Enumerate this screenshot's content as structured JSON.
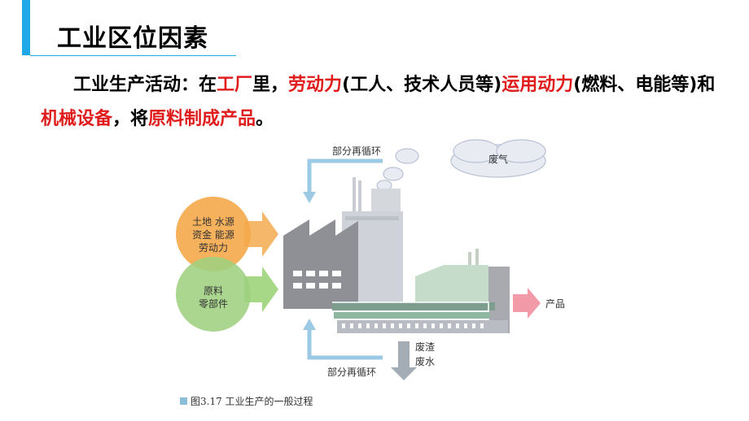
{
  "title": "工业区位因素",
  "paragraph": [
    {
      "text": "工业生产活动：在",
      "highlight": false
    },
    {
      "text": "工厂",
      "highlight": true
    },
    {
      "text": "里，",
      "highlight": false
    },
    {
      "text": "劳动力",
      "highlight": true
    },
    {
      "text": "(工人、技术人员等)",
      "highlight": false
    },
    {
      "text": "运用动力",
      "highlight": true
    },
    {
      "text": "(燃料、电能等)和",
      "highlight": false
    },
    {
      "text": "机械设备",
      "highlight": true
    },
    {
      "text": "，将",
      "highlight": false
    },
    {
      "text": "原料制成产品",
      "highlight": true
    },
    {
      "text": "。",
      "highlight": false
    }
  ],
  "figure": {
    "top_cycle_label": "部分再循环",
    "waste_gas_label": "废气",
    "input_circle_top": [
      "土地  水源",
      "资金  能源",
      "劳动力"
    ],
    "input_circle_bottom": [
      "原料",
      "零部件"
    ],
    "product_label": "产品",
    "waste_label": [
      "废渣",
      "废水"
    ],
    "bottom_cycle_label": "部分再循环",
    "caption": "图3.17   工业生产的一般过程"
  },
  "colors": {
    "accent": "#1ea8e6",
    "highlight": "#e01b1b",
    "input_top": "#f5a94a",
    "input_bottom": "#9ed07f",
    "arrow_blue": "#9cc9e4",
    "product_arrow": "#f29aa8"
  }
}
